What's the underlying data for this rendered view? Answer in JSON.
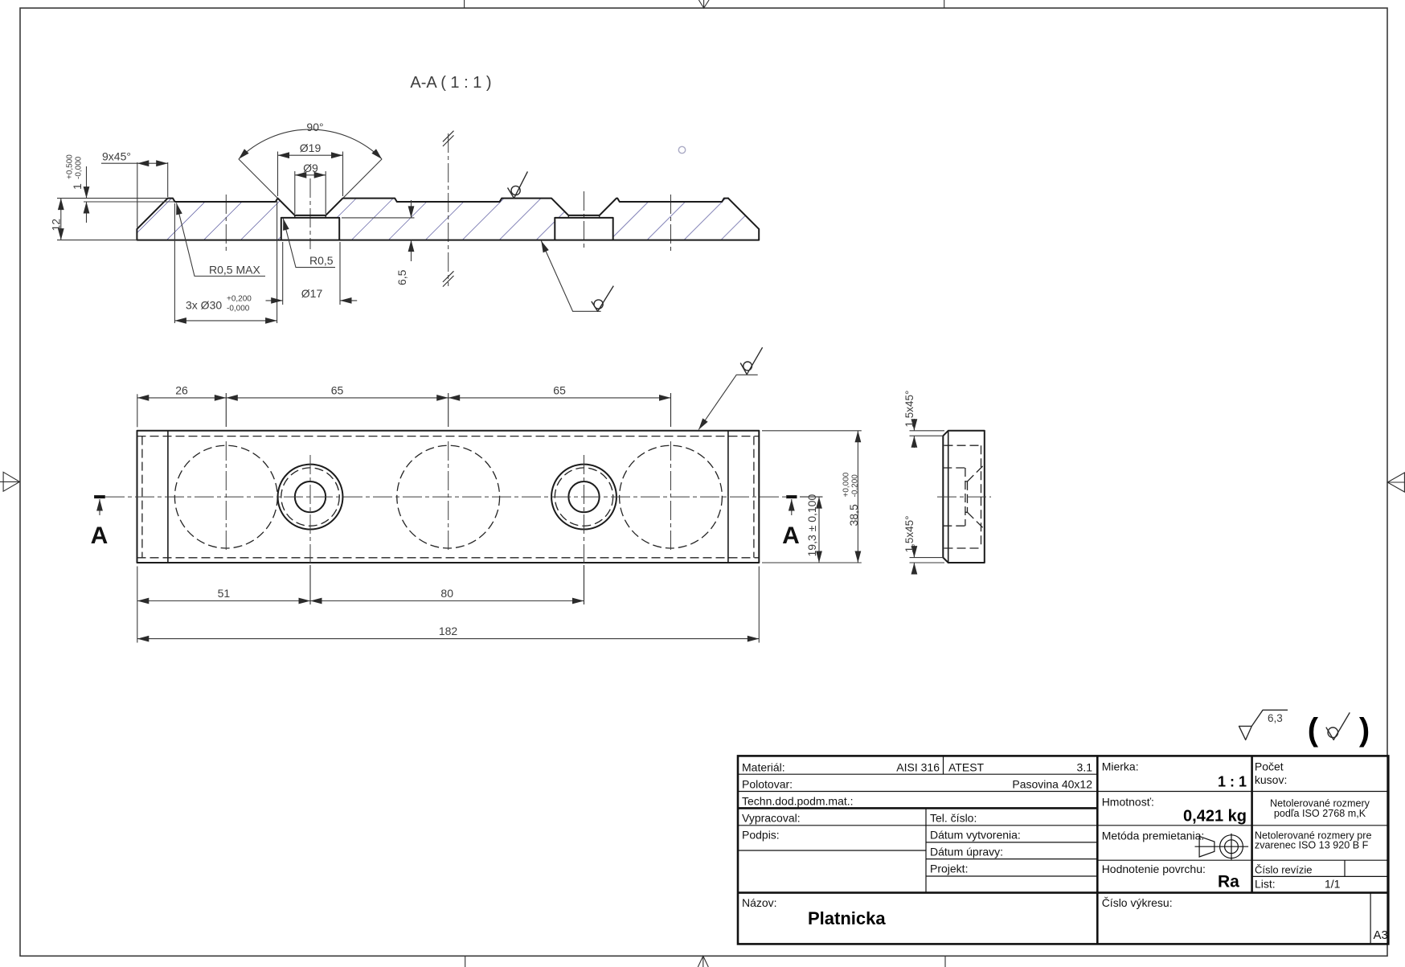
{
  "drawing": {
    "view_labels": {
      "section": "A-A ( 1 : 1 )"
    },
    "section_marks": {
      "left": "A",
      "right": "A"
    },
    "dimensions": {
      "section": {
        "recess_depth": {
          "value": "1",
          "tol_plus": "+0,500",
          "tol_minus": "-0,000"
        },
        "thickness": "12",
        "end_chamfer": "9x45°",
        "csk_angle": "90°",
        "csk_dia": "Ø19",
        "hole_dia": "Ø9",
        "fillet_max": "R0,5 MAX",
        "fillet": "R0,5",
        "pocket": {
          "prefix": "3x Ø30",
          "tol_plus": "+0,200",
          "tol_minus": "-0,000"
        },
        "cbore_dia": "Ø17",
        "cbore_depth": "6,5"
      },
      "plan": {
        "d26": "26",
        "d65a": "65",
        "d65b": "65",
        "d51": "51",
        "d80": "80",
        "d182": "182",
        "width_axis": "19,3 ± 0,100",
        "width": {
          "value": "38,5",
          "tol_plus": "+0,000",
          "tol_minus": "-0,200"
        }
      },
      "side": {
        "chamfer_top": "1,5x45°",
        "chamfer_bottom": "1,5x45°"
      }
    },
    "finish_note": {
      "value": "6,3",
      "paren_open": "(",
      "paren_close": ")"
    },
    "title_block": {
      "material_label": "Materiál:",
      "material_value": "AISI 316",
      "atest_label": "ATEST",
      "atest_value": "3.1",
      "polotovar_label": "Polotovar:",
      "polotovar_value": "Pasovina 40x12",
      "techn_label": "Techn.dod.podm.mat.:",
      "vypracoval_label": "Vypracoval:",
      "tel_label": "Tel. číslo:",
      "podpis_label": "Podpis:",
      "datum_vytvorenia_label": "Dátum vytvorenia:",
      "datum_upravy_label": "Dátum úpravy:",
      "projekt_label": "Projekt:",
      "nazov_label": "Názov:",
      "nazov_value": "Platnicka",
      "mierka_label": "Mierka:",
      "mierka_value": "1 : 1",
      "pocet_label_line1": "Počet",
      "pocet_label_line2": "kusov:",
      "hmotnost_label": "Hmotnosť:",
      "hmotnost_value": "0,421 kg",
      "netol_line1": "Netolerované  rozmery",
      "netol_line2": "podľa    ISO 2768 m,K",
      "metoda_label": "Metóda premietania:",
      "netol_zvar_line1": "Netolerované  rozmery pre",
      "netol_zvar_line2": "zvarenec   ISO 13 920 B F",
      "hodnotenie_label": "Hodnotenie povrchu:",
      "hodnotenie_value": "Ra",
      "cislo_revizie_label": "Číslo revízie",
      "list_label": "List:",
      "list_value": "1/1",
      "cislo_vykresu_label": "Číslo výkresu:",
      "format": "A3"
    },
    "colors": {
      "edge": "#1b1b1b",
      "hatch": "#3f3f90",
      "dim": "#3d3d3d",
      "background": "#ffffff"
    }
  }
}
